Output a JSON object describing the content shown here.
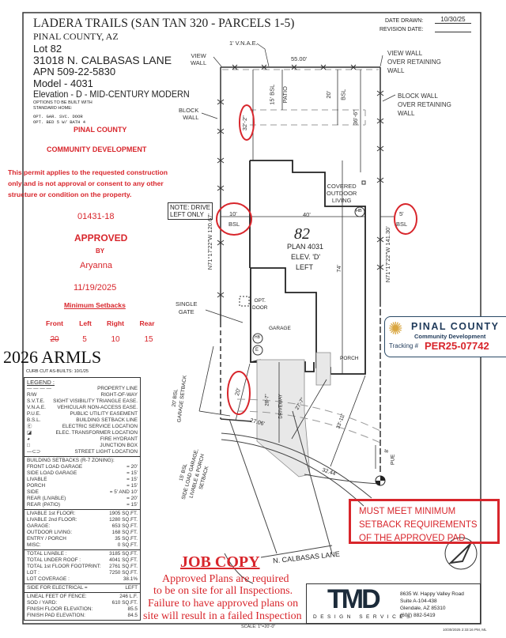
{
  "header": {
    "title": "LADERA TRAILS (SAN TAN 320 - PARCELS 1-5)",
    "county": "PINAL COUNTY, AZ",
    "lot": "Lot  82",
    "address": "31018 N. CALBASAS LANE",
    "apn": "APN  509-22-5830",
    "model": "Model - 4031",
    "elevation": "Elevation - D - MID-CENTURY MODERN",
    "options_title_1": "OPTIONS TO BE BUILT WITH",
    "options_title_2": "STANDARD HOME:",
    "options": [
      "OPT. GAR. SVC. DOOR",
      "OPT. BED 5 W/ BATH 4"
    ],
    "date_drawn_label": "DATE DRAWN:",
    "date_drawn": "10/30/25",
    "revision_label": "REVISION DATE:"
  },
  "approval_stamp": {
    "agency": "PINAL COUNTY",
    "department": "COMMUNITY DEVELOPMENT",
    "disclaimer": [
      "This permit applies to the requested construction",
      "only and is not approval or consent to any other",
      "structure or condition on the property."
    ],
    "permit_number": "01431-18",
    "status": "APPROVED",
    "by_label": "BY",
    "approver": "Aryanna",
    "date": "11/19/2025",
    "setbacks_title": "Minimum Setbacks",
    "setbacks": [
      {
        "label": "Front",
        "value": "20"
      },
      {
        "label": "Left",
        "value": "5"
      },
      {
        "label": "Right",
        "value": "10"
      },
      {
        "label": "Rear",
        "value": "15"
      }
    ]
  },
  "plan_labels": {
    "vnae": "1' V.N.A.E.",
    "view_wall": [
      "VIEW",
      "WALL"
    ],
    "block_wall": [
      "BLOCK",
      "WALL"
    ],
    "view_wall_retaining": [
      "VIEW WALL",
      "OVER RETAINING",
      "WALL"
    ],
    "block_wall_retaining": [
      "BLOCK WALL",
      "OVER RETAINING",
      "WALL"
    ],
    "rear_line": "55.00'",
    "patio_bsl": "15' BSL",
    "patio": "PATIO",
    "rear_bsl": "20'",
    "bsl": "BSL",
    "rear_dim": "36'-6\"",
    "rear_dim_circled": "32'-2\"",
    "note": [
      "NOTE: DRIVE",
      "LEFT ONLY"
    ],
    "covered_outdoor": [
      "COVERED",
      "OUTDOOR",
      "LIVING"
    ],
    "hb": "HB",
    "e": "E",
    "left_setback": "10'",
    "right_setback": "5'",
    "width_dim": "40'",
    "lot_number": "82",
    "plan": "PLAN 4031",
    "elev": "ELEV. 'D'",
    "hand": "LEFT",
    "left_bearing": "N71°17'22\"W 120.67'",
    "right_bearing": "N71°17'22\"W 141.30'",
    "depth_dim": "74'",
    "single_gate": [
      "SINGLE",
      "GATE"
    ],
    "opt_door": [
      "OPT.",
      "DOOR"
    ],
    "garage": "GARAGE",
    "porch": "PORCH",
    "garage_setback": [
      "20' BSL",
      "GARAGE SETBACK"
    ],
    "side_setback": [
      "15' BSL",
      "SIDE LOAD GARAGE,",
      "LIVABLE & PORCH",
      "SETBACK"
    ],
    "garage_dim": "20'",
    "driveway_dim": "28'-7\"",
    "driveway": "DRIVEWAY",
    "porch_dim": "27'-7\"",
    "diag_dim": "33'-11\"",
    "front_left": "27.06'",
    "front_right": "32.44'",
    "pue_dim": "8'",
    "pue": "PUE",
    "street": "N. CALBASAS LANE",
    "curb_cut": "CURB CUT AS-BUILTS: 10/1/25"
  },
  "legend": {
    "title": "LEGEND :",
    "items": [
      {
        "symbol": "— — — —",
        "label": "PROPERTY LINE"
      },
      {
        "symbol": "R/W",
        "label": "RIGHT-OF-WAY"
      },
      {
        "symbol": "S.V.T.E.",
        "label": "SIGHT VISIBILITY TRIANGLE EASE."
      },
      {
        "symbol": "V.N.A.E.",
        "label": "VEHICULAR NON-ACCESS EASE."
      },
      {
        "symbol": "P.U.E.",
        "label": "PUBLIC UTILITY EASEMENT"
      },
      {
        "symbol": "B.S.L.",
        "label": "BUILDING SETBACK LINE"
      },
      {
        "symbol": "Ⓔ",
        "label": "ELECTRIC SERVICE LOCATION"
      },
      {
        "symbol": "◪",
        "label": "ELEC. TRANSFORMER LOCATION"
      },
      {
        "symbol": "◕",
        "label": "FIRE HYDRANT"
      },
      {
        "symbol": "□",
        "label": "JUNCTION BOX"
      },
      {
        "symbol": "—⊂⊃",
        "label": "STREET LIGHT LOCATION"
      }
    ]
  },
  "setbacks_table": {
    "title": "BUILDING SETBACKS (R-7 ZONING):",
    "rows": [
      {
        "label": "FRONT LOAD GARAGE",
        "value": "= 20'"
      },
      {
        "label": "SIDE LOAD GARAGE",
        "value": "= 15'"
      },
      {
        "label": "LIVABLE",
        "value": "= 15'"
      },
      {
        "label": "PORCH",
        "value": "= 15'"
      },
      {
        "label": "SIDE",
        "value": "= 5' AND 10'"
      },
      {
        "label": "REAR (LIVABLE)",
        "value": "= 20'"
      },
      {
        "label": "REAR (PATIO)",
        "value": "= 15'"
      }
    ]
  },
  "areas": [
    {
      "label": "LIVABLE 1st FLOOR:",
      "value": "1905  SQ.FT."
    },
    {
      "label": "LIVABLE 2nd FLOOR:",
      "value": "1280  SQ.FT."
    },
    {
      "label": "GARAGE:",
      "value": "653  SQ.FT."
    },
    {
      "label": "OUTDOOR LIVING:",
      "value": "168  SQ.FT."
    },
    {
      "label": "ENTRY / PORCH",
      "value": "35  SQ.FT."
    },
    {
      "label": "MISC:",
      "value": "0  SQ.FT."
    }
  ],
  "totals": [
    {
      "label": "TOTAL LIVABLE :",
      "value": "3185  SQ.FT."
    },
    {
      "label": "TOTAL UNDER ROOF :",
      "value": "4041  SQ.FT."
    },
    {
      "label": "TOTAL 1st FLOOR FOOTPRINT:",
      "value": "2761  SQ.FT."
    },
    {
      "label": "LOT :",
      "value": "7250  SQ.FT."
    },
    {
      "label": "LOT COVERAGE :",
      "value": "38.1%"
    }
  ],
  "electrical": {
    "label": "SIDE FOR ELECTRICAL =",
    "value": "LEFT"
  },
  "misc": [
    {
      "label": "LINEAL FEET OF FENCE:",
      "value": "246  L.F."
    },
    {
      "label": "SOD / YARD:",
      "value": "610  SQ.FT."
    },
    {
      "label": "FINISH FLOOR ELEVATION:",
      "value": "85.5"
    },
    {
      "label": "FINISH PAD ELEVATION:",
      "value": "84.5"
    }
  ],
  "job_copy": {
    "title": "JOB COPY",
    "lines": [
      "Approved Plans are required",
      "to be on site for all Inspections.",
      "Failure to have approved plans on",
      "site will result in a failed Inspection"
    ]
  },
  "scale": "SCALE: 1\"=20'-0\"",
  "county_stamp": {
    "name": "PINAL COUNTY",
    "dept": "Community Development",
    "tracking_label": "Tracking #",
    "tracking": "PER25-07742"
  },
  "warning": [
    "MUST MEET MINIMUM",
    "SETBACK REQUIREMENTS",
    "OF THE APPROVED PAD"
  ],
  "title_block": {
    "logo": "TMD",
    "logo_sub": "DESIGN SERVICES",
    "address": [
      "8635 W. Happy Valley Road",
      "Suite A-104-438",
      "Glendale, AZ 85310",
      "(602) 882-5419"
    ]
  },
  "print_stamp": "10/30/2025 2:33:16 PM, ML",
  "watermark": "2026 ARMLS",
  "colors": {
    "approval_red": "#d8262c",
    "stamp_navy": "#1f3a5a",
    "logo_navy": "#1c2b3a"
  }
}
